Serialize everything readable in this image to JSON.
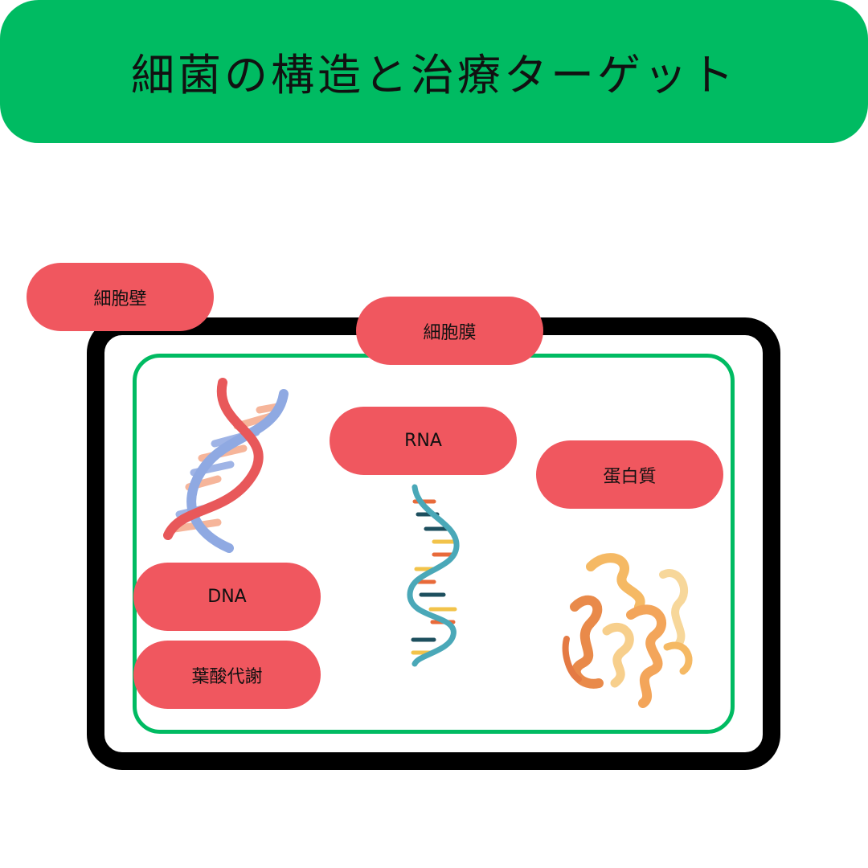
{
  "title": "細菌の構造と治療ターゲット",
  "labels": {
    "cell_wall": "細胞壁",
    "cell_membrane": "細胞膜",
    "rna": "RNA",
    "protein": "蛋白質",
    "dna": "DNA",
    "folate": "葉酸代謝"
  },
  "colors": {
    "header": "#00bb62",
    "pill": "#f0575f",
    "wall": "#000000",
    "membrane": "#00bb62"
  },
  "icons": [
    "dna-icon",
    "rna-icon",
    "protein-icon"
  ]
}
